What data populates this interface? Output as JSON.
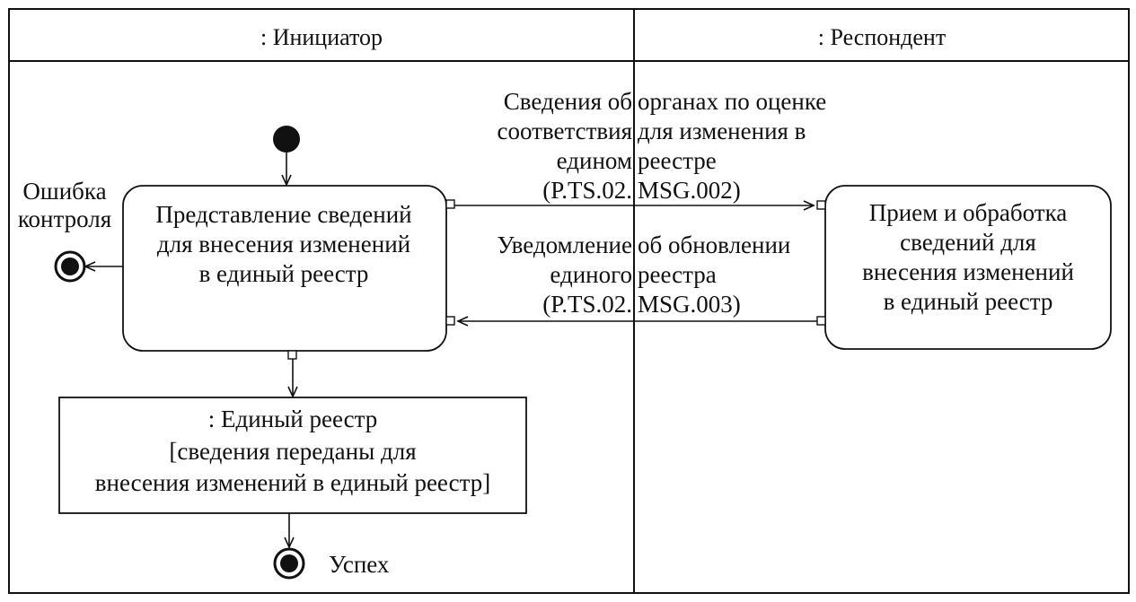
{
  "swimlanes": [
    {
      "label": ": Инициатор"
    },
    {
      "label": ": Респондент"
    }
  ],
  "initiator_activity": {
    "lines": [
      "Представление сведений",
      "для внесения изменений",
      "в единый реестр"
    ]
  },
  "respondent_activity": {
    "lines": [
      "Прием и обработка",
      "сведений для",
      "внесения изменений",
      "в единый реестр"
    ]
  },
  "message_send": {
    "left_lines": [
      "Сведения об",
      "соответствия",
      "едином",
      "(P.TS.02."
    ],
    "right_lines": [
      "органах по оценке",
      "для изменения в",
      "реестре",
      "MSG.002)"
    ]
  },
  "message_reply": {
    "left_lines": [
      "Уведомление",
      "единого",
      "(P.TS.02."
    ],
    "right_lines": [
      "об обновлении",
      "реестра",
      "MSG.003)"
    ]
  },
  "object_node": {
    "lines": [
      ": Единый реестр",
      "[сведения переданы для",
      "внесения изменений в единый реестр]"
    ]
  },
  "error_final": {
    "lines": [
      "Ошибка",
      "контроля"
    ]
  },
  "success_final": {
    "label": "Успех"
  }
}
